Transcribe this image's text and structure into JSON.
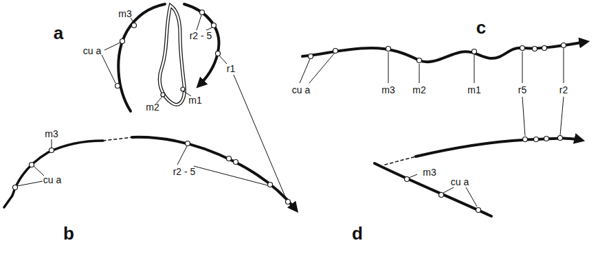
{
  "diagram": {
    "labels": [
      "a",
      "m3",
      "cu a",
      "r2 - 5",
      "m1",
      "m2",
      "r1",
      "b",
      "m3",
      "cu a",
      "r2 - 5",
      "c",
      "cu a",
      "m3",
      "m2",
      "m1",
      "r5",
      "r2",
      "d",
      "m3",
      "cu a"
    ]
  }
}
